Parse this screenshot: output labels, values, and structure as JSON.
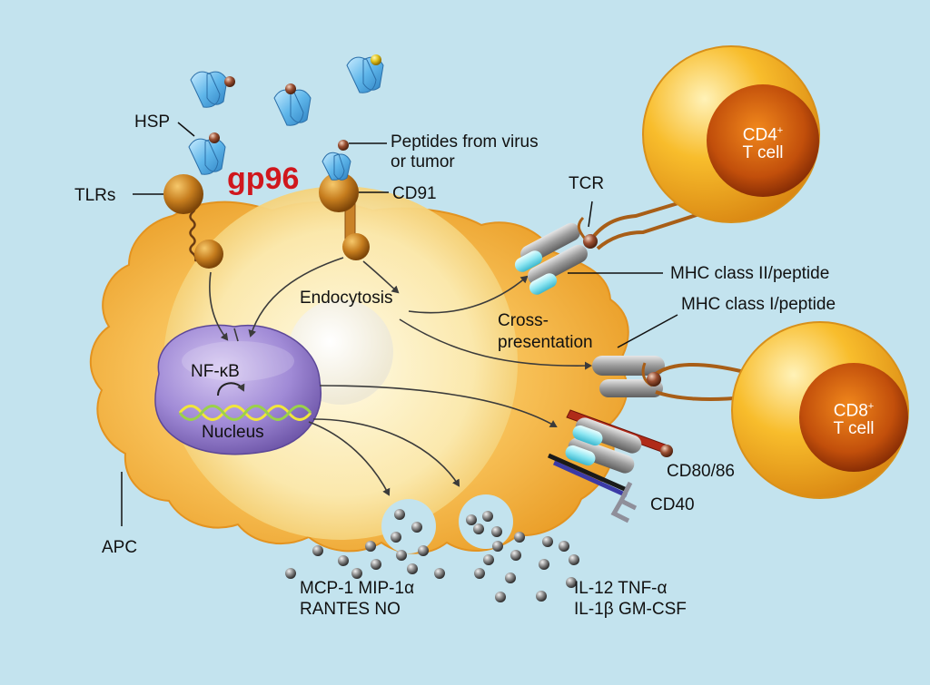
{
  "diagram": {
    "title": "gp96",
    "labels": {
      "hsp": "HSP",
      "tlrs": "TLRs",
      "peptides_line1": "Peptides from virus",
      "peptides_line2": "or tumor",
      "cd91": "CD91",
      "tcr": "TCR",
      "mhc2": "MHC  class II/peptide",
      "mhc1": "MHC  class I/peptide",
      "cross_line1": "Cross-",
      "cross_line2": "presentation",
      "endocytosis": "Endocytosis",
      "nfkb": "NF-κB",
      "nucleus": "Nucleus",
      "cd80": "CD80/86",
      "cd40": "CD40",
      "apc": "APC",
      "chemokines_line1": "MCP-1  MIP-1α",
      "chemokines_line2": "RANTES  NO",
      "cytokines_line1": "IL-12  TNF-α",
      "cytokines_line2": "IL-1β  GM-CSF"
    },
    "cd4": {
      "name": "CD4",
      "sup": "+",
      "sub": "T cell"
    },
    "cd8": {
      "name": "CD8",
      "sup": "+",
      "sub": "T cell"
    },
    "colors": {
      "background": "#c3e3ee",
      "apc_membrane": "#f0a930",
      "title": "#d0171d",
      "t_cell": "#f5b01c",
      "hsp_protein": "#57aee6"
    }
  }
}
